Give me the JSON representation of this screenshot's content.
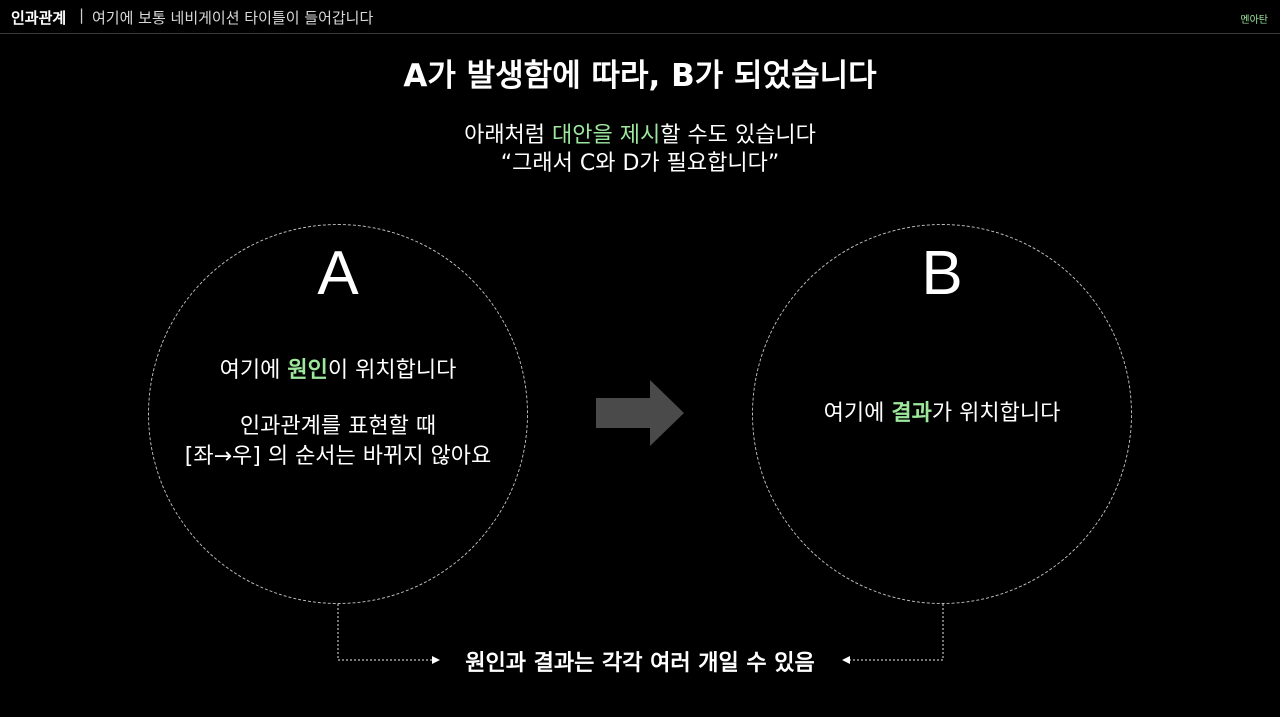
{
  "header": {
    "section": "인과관계",
    "separator": "|",
    "nav_title": "여기에 보통 네비게이션 타이틀이 들어갑니다",
    "brand": "멘아탄"
  },
  "slide": {
    "headline": "A가 발생함에 따라, B가 되었습니다",
    "sub1_before": "아래처럼 ",
    "sub1_highlight": "대안을 제시",
    "sub1_after": "할 수도 있습니다",
    "sub2": "“그래서 C와 D가 필요합니다”"
  },
  "cause": {
    "letter": "A",
    "line1_before": "여기에 ",
    "line1_highlight": "원인",
    "line1_after": "이 위치합니다",
    "line2": "인과관계를 표현할 때",
    "line3": "[좌→우] 의 순서는 바뀌지 않아요"
  },
  "effect": {
    "letter": "B",
    "line1_before": "여기에 ",
    "line1_highlight": "결과",
    "line1_after": "가 위치합니다"
  },
  "bottom_note": "원인과 결과는 각각 여러 개일 수 있음",
  "colors": {
    "background": "#000000",
    "accent": "#9ee89e",
    "arrow": "#4a4a4a",
    "dashed": "#bdbdbd"
  },
  "icons": {
    "main_arrow": "right-arrow-icon"
  }
}
